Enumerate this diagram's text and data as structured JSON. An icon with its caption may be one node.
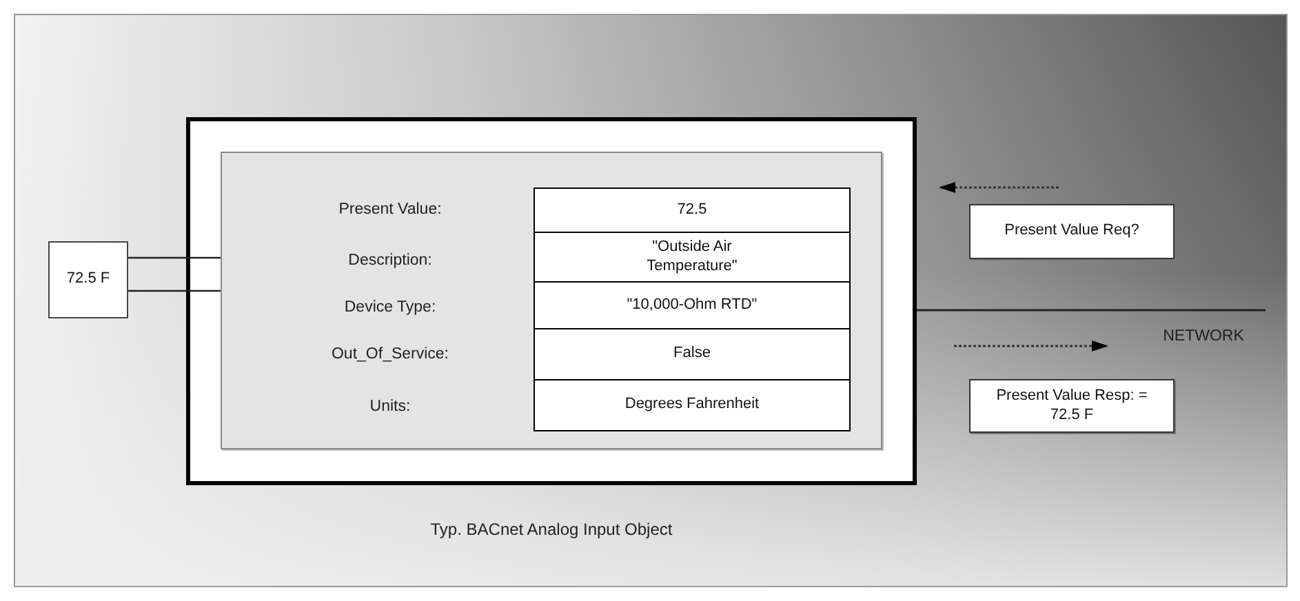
{
  "diagram": {
    "nodes": [
      {
        "text": [],
        "shape": "box",
        "beside": [
          "Typ. BACnet Analog Input Object"
        ]
      },
      {
        "text": [],
        "shape": "box",
        "in": 0
      },
      {
        "text": [
          "72.5"
        ],
        "in": 1
      },
      {
        "text": [
          "\"Outside Air Temperature\""
        ],
        "in": 1
      },
      {
        "text": [
          "\"10,000-Ohm RTD\""
        ],
        "in": 1
      },
      {
        "text": [
          "False"
        ],
        "in": 1
      },
      {
        "text": [
          "Degrees Fahrenheit"
        ],
        "in": 1
      },
      {
        "text": [
          "72.5 F"
        ]
      },
      {
        "text": [
          "Present Value Req?"
        ]
      },
      {
        "text": [
          "Present Value Resp: = 72.5 F"
        ]
      }
    ],
    "edges": [
      {
        "from": 7,
        "to": 1,
        "arrow": "none"
      },
      {
        "from": 7,
        "to": 1,
        "arrow": "none"
      },
      {
        "from": 0,
        "to": null,
        "arrow": "none"
      }
    ],
    "labels": [
      "Present Value:",
      "Description:",
      "Device Type:",
      "Out_Of_Service:",
      "Units:",
      "NETWORK"
    ]
  }
}
